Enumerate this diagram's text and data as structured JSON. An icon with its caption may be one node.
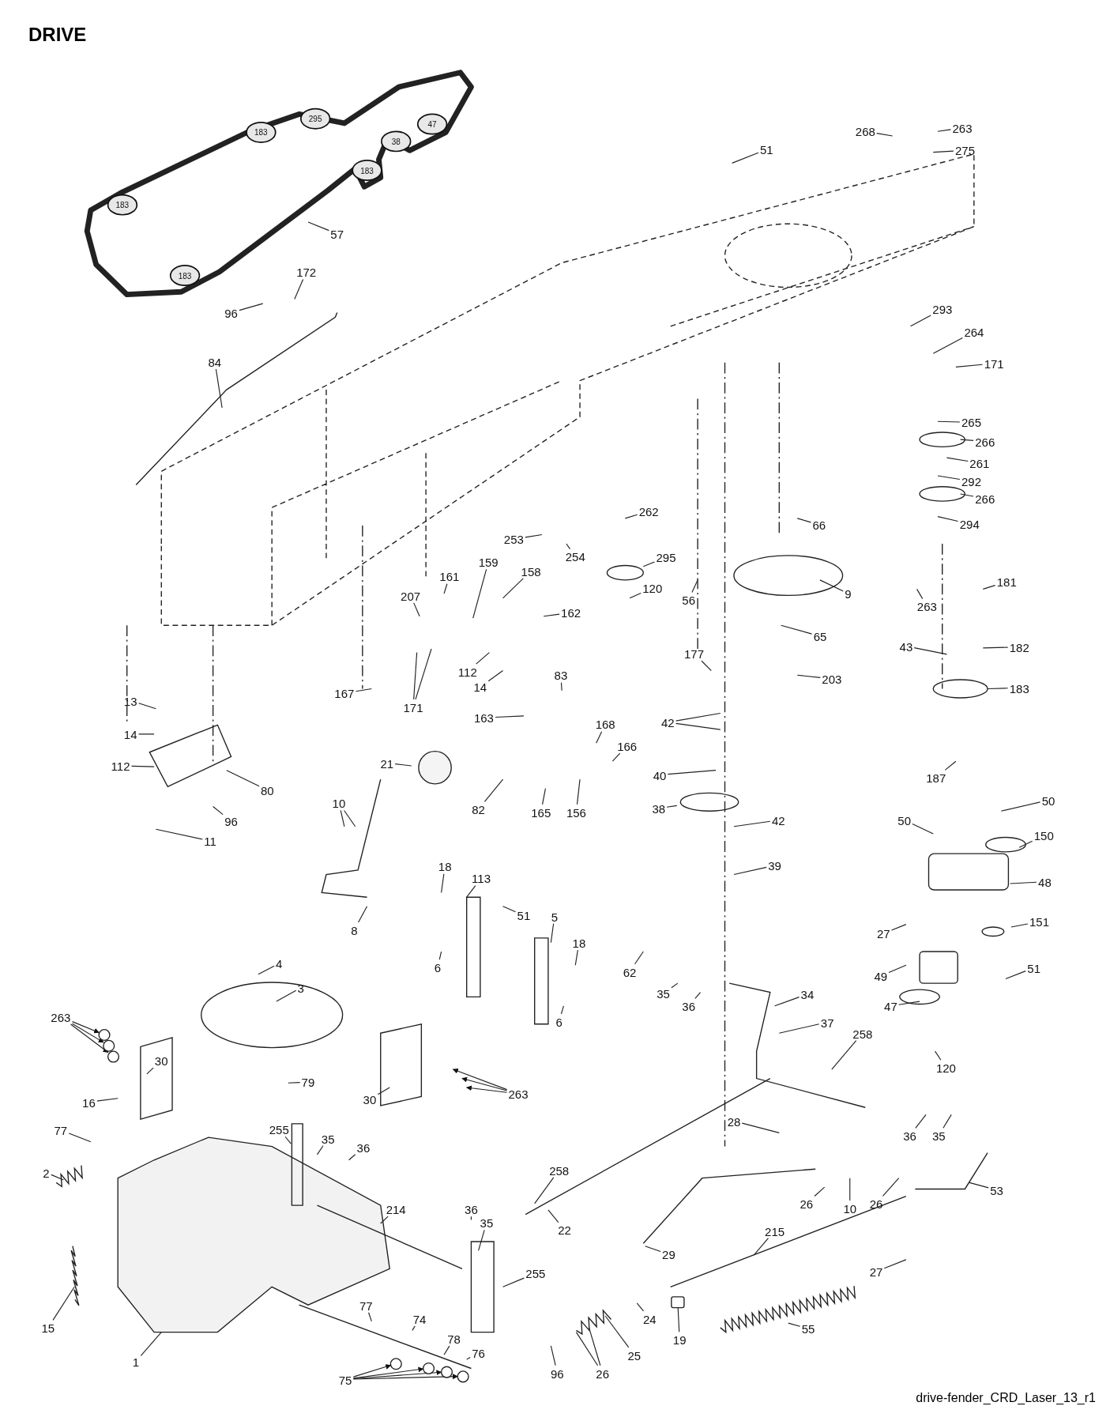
{
  "diagram": {
    "title": "DRIVE",
    "caption": "drive-fender_CRD_Laser_13_r1",
    "nodes": [
      {
        "text": [
          "57"
        ]
      },
      {
        "text": [
          "268"
        ]
      },
      {
        "text": [
          "263"
        ]
      },
      {
        "text": [
          "275"
        ]
      },
      {
        "text": [
          "51"
        ]
      },
      {
        "text": [
          "172"
        ]
      },
      {
        "text": [
          "96"
        ]
      },
      {
        "text": [
          "84"
        ]
      },
      {
        "text": [
          "293"
        ]
      },
      {
        "text": [
          "264"
        ]
      },
      {
        "text": [
          "171"
        ]
      },
      {
        "text": [
          "265"
        ]
      },
      {
        "text": [
          "266"
        ]
      },
      {
        "text": [
          "261"
        ]
      },
      {
        "text": [
          "292"
        ]
      },
      {
        "text": [
          "266"
        ]
      },
      {
        "text": [
          "294"
        ]
      },
      {
        "text": [
          "66"
        ]
      },
      {
        "text": [
          "262"
        ]
      },
      {
        "text": [
          "295"
        ]
      },
      {
        "text": [
          "120"
        ]
      },
      {
        "text": [
          "253"
        ]
      },
      {
        "text": [
          "254"
        ]
      },
      {
        "text": [
          "56"
        ]
      },
      {
        "text": [
          "9"
        ]
      },
      {
        "text": [
          "263"
        ]
      },
      {
        "text": [
          "181"
        ]
      },
      {
        "text": [
          "159"
        ]
      },
      {
        "text": [
          "158"
        ]
      },
      {
        "text": [
          "161"
        ]
      },
      {
        "text": [
          "207"
        ]
      },
      {
        "text": [
          "162"
        ]
      },
      {
        "text": [
          "65"
        ]
      },
      {
        "text": [
          "43"
        ]
      },
      {
        "text": [
          "182"
        ]
      },
      {
        "text": [
          "112"
        ]
      },
      {
        "text": [
          "14"
        ]
      },
      {
        "text": [
          "83"
        ]
      },
      {
        "text": [
          "203"
        ]
      },
      {
        "text": [
          "183"
        ]
      },
      {
        "text": [
          "167"
        ]
      },
      {
        "text": [
          "171"
        ]
      },
      {
        "text": [
          "163"
        ]
      },
      {
        "text": [
          "177"
        ]
      },
      {
        "text": [
          "42"
        ]
      },
      {
        "text": [
          "13"
        ]
      },
      {
        "text": [
          "14"
        ]
      },
      {
        "text": [
          "112"
        ]
      },
      {
        "text": [
          "168"
        ]
      },
      {
        "text": [
          "166"
        ]
      },
      {
        "text": [
          "187"
        ]
      },
      {
        "text": [
          "40"
        ]
      },
      {
        "text": [
          "80"
        ]
      },
      {
        "text": [
          "21"
        ]
      },
      {
        "text": [
          "82"
        ]
      },
      {
        "text": [
          "165"
        ]
      },
      {
        "text": [
          "156"
        ]
      },
      {
        "text": [
          "38"
        ]
      },
      {
        "text": [
          "96"
        ]
      },
      {
        "text": [
          "11"
        ]
      },
      {
        "text": [
          "10"
        ]
      },
      {
        "text": [
          "50"
        ]
      },
      {
        "text": [
          "50"
        ]
      },
      {
        "text": [
          "42"
        ]
      },
      {
        "text": [
          "150"
        ]
      },
      {
        "text": [
          "39"
        ]
      },
      {
        "text": [
          "48"
        ]
      },
      {
        "text": [
          "18"
        ]
      },
      {
        "text": [
          "113"
        ]
      },
      {
        "text": [
          "27"
        ]
      },
      {
        "text": [
          "151"
        ]
      },
      {
        "text": [
          "51"
        ]
      },
      {
        "text": [
          "5"
        ]
      },
      {
        "text": [
          "8"
        ]
      },
      {
        "text": [
          "62"
        ]
      },
      {
        "text": [
          "18"
        ]
      },
      {
        "text": [
          "49"
        ]
      },
      {
        "text": [
          "51"
        ]
      },
      {
        "text": [
          "4"
        ]
      },
      {
        "text": [
          "6"
        ]
      },
      {
        "text": [
          "34"
        ]
      },
      {
        "text": [
          "35"
        ]
      },
      {
        "text": [
          "36"
        ]
      },
      {
        "text": [
          "3"
        ]
      },
      {
        "text": [
          "47"
        ]
      },
      {
        "text": [
          "6"
        ]
      },
      {
        "text": [
          "37"
        ]
      },
      {
        "text": [
          "263"
        ]
      },
      {
        "text": [
          "258"
        ]
      },
      {
        "text": [
          "30"
        ]
      },
      {
        "text": [
          "120"
        ]
      },
      {
        "text": [
          "79"
        ]
      },
      {
        "text": [
          "16"
        ]
      },
      {
        "text": [
          "30"
        ]
      },
      {
        "text": [
          "263"
        ]
      },
      {
        "text": [
          "255"
        ]
      },
      {
        "text": [
          "28"
        ]
      },
      {
        "text": [
          "36"
        ]
      },
      {
        "text": [
          "35"
        ]
      },
      {
        "text": [
          "77"
        ]
      },
      {
        "text": [
          "35"
        ]
      },
      {
        "text": [
          "36"
        ]
      },
      {
        "text": [
          "2"
        ]
      },
      {
        "text": [
          "258"
        ]
      },
      {
        "text": [
          "53"
        ]
      },
      {
        "text": [
          "26"
        ]
      },
      {
        "text": [
          "10"
        ]
      },
      {
        "text": [
          "26"
        ]
      },
      {
        "text": [
          "214"
        ]
      },
      {
        "text": [
          "36"
        ]
      },
      {
        "text": [
          "35"
        ]
      },
      {
        "text": [
          "22"
        ]
      },
      {
        "text": [
          "215"
        ]
      },
      {
        "text": [
          "29"
        ]
      },
      {
        "text": [
          "15"
        ]
      },
      {
        "text": [
          "255"
        ]
      },
      {
        "text": [
          "77"
        ]
      },
      {
        "text": [
          "27"
        ]
      },
      {
        "text": [
          "55"
        ]
      },
      {
        "text": [
          "74"
        ]
      },
      {
        "text": [
          "24"
        ]
      },
      {
        "text": [
          "19"
        ]
      },
      {
        "text": [
          "25"
        ]
      },
      {
        "text": [
          "78"
        ]
      },
      {
        "text": [
          "76"
        ]
      },
      {
        "text": [
          "1"
        ]
      },
      {
        "text": [
          "96"
        ]
      },
      {
        "text": [
          "26"
        ]
      },
      {
        "text": [
          "75"
        ]
      },
      {
        "text": [],
        "shape": "circle"
      },
      {
        "text": [],
        "shape": "circle"
      },
      {
        "text": [],
        "shape": "circle"
      },
      {
        "text": [],
        "shape": "box"
      },
      {
        "text": [],
        "shape": "circle"
      },
      {
        "text": [],
        "shape": "circle"
      },
      {
        "text": [],
        "shape": "circle"
      },
      {
        "text": [],
        "shape": "circle"
      }
    ],
    "edges": [
      {
        "from": 0,
        "to": null,
        "arrow": "none"
      },
      {
        "from": 1,
        "to": null,
        "arrow": "none"
      },
      {
        "from": 2,
        "to": null,
        "arrow": "none"
      },
      {
        "from": 3,
        "to": null,
        "arrow": "none"
      },
      {
        "from": 4,
        "to": null,
        "arrow": "none"
      },
      {
        "from": 5,
        "to": null,
        "arrow": "none"
      },
      {
        "from": 6,
        "to": null,
        "arrow": "none"
      },
      {
        "from": 7,
        "to": null,
        "arrow": "none"
      },
      {
        "from": 8,
        "to": null,
        "arrow": "none"
      },
      {
        "from": 9,
        "to": null,
        "arrow": "none"
      },
      {
        "from": 10,
        "to": null,
        "arrow": "none"
      },
      {
        "from": 11,
        "to": null,
        "arrow": "none"
      },
      {
        "from": 12,
        "to": null,
        "arrow": "none"
      },
      {
        "from": 13,
        "to": null,
        "arrow": "none"
      },
      {
        "from": 14,
        "to": null,
        "arrow": "none"
      },
      {
        "from": 15,
        "to": null,
        "arrow": "none"
      },
      {
        "from": 16,
        "to": null,
        "arrow": "none"
      },
      {
        "from": 17,
        "to": null,
        "arrow": "none"
      },
      {
        "from": 18,
        "to": null,
        "arrow": "none"
      },
      {
        "from": 19,
        "to": null,
        "arrow": "none"
      },
      {
        "from": 20,
        "to": null,
        "arrow": "none"
      },
      {
        "from": 21,
        "to": null,
        "arrow": "none"
      },
      {
        "from": 22,
        "to": null,
        "arrow": "none"
      },
      {
        "from": 23,
        "to": null,
        "arrow": "none"
      },
      {
        "from": 24,
        "to": null,
        "arrow": "none"
      },
      {
        "from": 25,
        "to": null,
        "arrow": "none"
      },
      {
        "from": 26,
        "to": null,
        "arrow": "none"
      },
      {
        "from": 27,
        "to": null,
        "arrow": "none"
      },
      {
        "from": 28,
        "to": null,
        "arrow": "none"
      },
      {
        "from": 29,
        "to": null,
        "arrow": "none"
      },
      {
        "from": 30,
        "to": null,
        "arrow": "none"
      },
      {
        "from": 31,
        "to": null,
        "arrow": "none"
      },
      {
        "from": 32,
        "to": null,
        "arrow": "none"
      },
      {
        "from": 33,
        "to": null,
        "arrow": "none"
      },
      {
        "from": 34,
        "to": null,
        "arrow": "none"
      },
      {
        "from": 35,
        "to": null,
        "arrow": "none"
      },
      {
        "from": 36,
        "to": null,
        "arrow": "none"
      },
      {
        "from": 37,
        "to": null,
        "arrow": "none"
      },
      {
        "from": 38,
        "to": null,
        "arrow": "none"
      },
      {
        "from": 39,
        "to": null,
        "arrow": "none"
      },
      {
        "from": 40,
        "to": null,
        "arrow": "none"
      },
      {
        "from": 41,
        "to": null,
        "arrow": "none"
      },
      {
        "from": 41,
        "to": null,
        "arrow": "none"
      },
      {
        "from": 42,
        "to": null,
        "arrow": "none"
      },
      {
        "from": 43,
        "to": null,
        "arrow": "none"
      },
      {
        "from": 44,
        "to": null,
        "arrow": "none"
      },
      {
        "from": 44,
        "to": null,
        "arrow": "none"
      },
      {
        "from": 45,
        "to": null,
        "arrow": "none"
      },
      {
        "from": 46,
        "to": null,
        "arrow": "none"
      },
      {
        "from": 47,
        "to": null,
        "arrow": "none"
      },
      {
        "from": 48,
        "to": null,
        "arrow": "none"
      },
      {
        "from": 49,
        "to": null,
        "arrow": "none"
      },
      {
        "from": 50,
        "to": null,
        "arrow": "none"
      },
      {
        "from": 51,
        "to": null,
        "arrow": "none"
      },
      {
        "from": 52,
        "to": null,
        "arrow": "none"
      },
      {
        "from": 53,
        "to": null,
        "arrow": "none"
      },
      {
        "from": 54,
        "to": null,
        "arrow": "none"
      },
      {
        "from": 55,
        "to": null,
        "arrow": "none"
      },
      {
        "from": 56,
        "to": null,
        "arrow": "none"
      },
      {
        "from": 57,
        "to": null,
        "arrow": "none"
      },
      {
        "from": 58,
        "to": null,
        "arrow": "none"
      },
      {
        "from": 59,
        "to": null,
        "arrow": "none"
      },
      {
        "from": 60,
        "to": null,
        "arrow": "none"
      },
      {
        "from": 60,
        "to": null,
        "arrow": "none"
      },
      {
        "from": 61,
        "to": null,
        "arrow": "none"
      },
      {
        "from": 62,
        "to": null,
        "arrow": "none"
      },
      {
        "from": 63,
        "to": null,
        "arrow": "none"
      },
      {
        "from": 64,
        "to": null,
        "arrow": "none"
      },
      {
        "from": 65,
        "to": null,
        "arrow": "none"
      },
      {
        "from": 66,
        "to": null,
        "arrow": "none"
      },
      {
        "from": 67,
        "to": null,
        "arrow": "none"
      },
      {
        "from": 68,
        "to": null,
        "arrow": "none"
      },
      {
        "from": 69,
        "to": null,
        "arrow": "none"
      },
      {
        "from": 70,
        "to": null,
        "arrow": "none"
      },
      {
        "from": 71,
        "to": null,
        "arrow": "none"
      },
      {
        "from": 72,
        "to": null,
        "arrow": "none"
      },
      {
        "from": 73,
        "to": null,
        "arrow": "none"
      },
      {
        "from": 74,
        "to": null,
        "arrow": "none"
      },
      {
        "from": 75,
        "to": null,
        "arrow": "none"
      },
      {
        "from": 76,
        "to": null,
        "arrow": "none"
      },
      {
        "from": 77,
        "to": null,
        "arrow": "none"
      },
      {
        "from": 78,
        "to": null,
        "arrow": "none"
      },
      {
        "from": 79,
        "to": null,
        "arrow": "none"
      },
      {
        "from": 80,
        "to": null,
        "arrow": "none"
      },
      {
        "from": 81,
        "to": null,
        "arrow": "none"
      },
      {
        "from": 82,
        "to": null,
        "arrow": "none"
      },
      {
        "from": 83,
        "to": null,
        "arrow": "none"
      },
      {
        "from": 84,
        "to": null,
        "arrow": "none"
      },
      {
        "from": 85,
        "to": null,
        "arrow": "none"
      },
      {
        "from": 86,
        "to": null,
        "arrow": "none"
      },
      {
        "from": 87,
        "to": 129,
        "arrow": "to"
      },
      {
        "from": 87,
        "to": 130,
        "arrow": "to"
      },
      {
        "from": 87,
        "to": 131,
        "arrow": "to"
      },
      {
        "from": 88,
        "to": null,
        "arrow": "none"
      },
      {
        "from": 89,
        "to": null,
        "arrow": "none"
      },
      {
        "from": 90,
        "to": null,
        "arrow": "none"
      },
      {
        "from": 91,
        "to": null,
        "arrow": "none"
      },
      {
        "from": 92,
        "to": null,
        "arrow": "none"
      },
      {
        "from": 93,
        "to": null,
        "arrow": "none"
      },
      {
        "from": 94,
        "to": null,
        "arrow": "to"
      },
      {
        "from": 94,
        "to": null,
        "arrow": "to"
      },
      {
        "from": 94,
        "to": null,
        "arrow": "to"
      },
      {
        "from": 95,
        "to": null,
        "arrow": "none"
      },
      {
        "from": 96,
        "to": null,
        "arrow": "none"
      },
      {
        "from": 97,
        "to": null,
        "arrow": "none"
      },
      {
        "from": 98,
        "to": null,
        "arrow": "none"
      },
      {
        "from": 99,
        "to": null,
        "arrow": "none"
      },
      {
        "from": 100,
        "to": null,
        "arrow": "none"
      },
      {
        "from": 101,
        "to": null,
        "arrow": "none"
      },
      {
        "from": 102,
        "to": null,
        "arrow": "none"
      },
      {
        "from": 103,
        "to": null,
        "arrow": "none"
      },
      {
        "from": 104,
        "to": null,
        "arrow": "none"
      },
      {
        "from": 105,
        "to": null,
        "arrow": "none"
      },
      {
        "from": 106,
        "to": null,
        "arrow": "none"
      },
      {
        "from": 107,
        "to": null,
        "arrow": "none"
      },
      {
        "from": 108,
        "to": null,
        "arrow": "none"
      },
      {
        "from": 109,
        "to": null,
        "arrow": "none"
      },
      {
        "from": 110,
        "to": null,
        "arrow": "none"
      },
      {
        "from": 111,
        "to": null,
        "arrow": "none"
      },
      {
        "from": 112,
        "to": null,
        "arrow": "none"
      },
      {
        "from": 113,
        "to": null,
        "arrow": "none"
      },
      {
        "from": 114,
        "to": null,
        "arrow": "none"
      },
      {
        "from": 115,
        "to": null,
        "arrow": "none"
      },
      {
        "from": 116,
        "to": null,
        "arrow": "none"
      },
      {
        "from": 117,
        "to": null,
        "arrow": "none"
      },
      {
        "from": 118,
        "to": null,
        "arrow": "none"
      },
      {
        "from": 119,
        "to": null,
        "arrow": "none"
      },
      {
        "from": 120,
        "to": null,
        "arrow": "none"
      },
      {
        "from": 121,
        "to": 132,
        "arrow": "none"
      },
      {
        "from": 122,
        "to": null,
        "arrow": "none"
      },
      {
        "from": 123,
        "to": null,
        "arrow": "none"
      },
      {
        "from": 124,
        "to": null,
        "arrow": "none"
      },
      {
        "from": 125,
        "to": null,
        "arrow": "none"
      },
      {
        "from": 126,
        "to": null,
        "arrow": "none"
      },
      {
        "from": 127,
        "to": null,
        "arrow": "none"
      },
      {
        "from": 127,
        "to": null,
        "arrow": "none"
      },
      {
        "from": 128,
        "to": 133,
        "arrow": "to"
      },
      {
        "from": 128,
        "to": 134,
        "arrow": "to"
      },
      {
        "from": 128,
        "to": 135,
        "arrow": "to"
      },
      {
        "from": 128,
        "to": 136,
        "arrow": "to"
      }
    ],
    "labels": [
      "295",
      "47",
      "183",
      "38",
      "183",
      "183",
      "183"
    ]
  }
}
